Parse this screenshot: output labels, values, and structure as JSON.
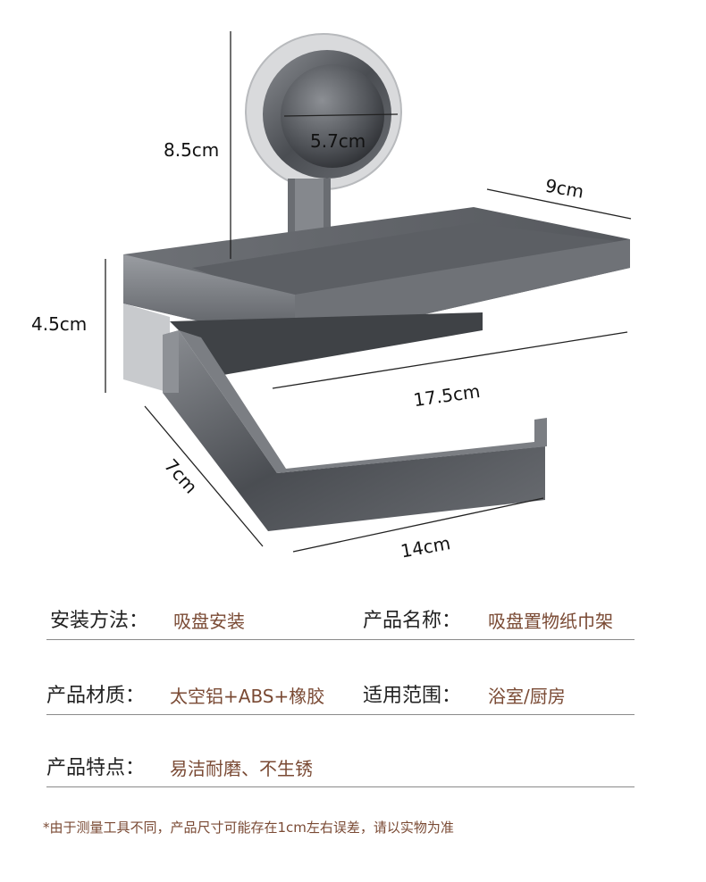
{
  "dimensions": {
    "height_total": "8.5cm",
    "suction_diameter": "5.7cm",
    "shelf_depth": "9cm",
    "bracket_height": "4.5cm",
    "shelf_length": "17.5cm",
    "arm_depth": "7cm",
    "arm_length": "14cm"
  },
  "specs": {
    "install": {
      "label": "安装方法：",
      "value": "吸盘安装"
    },
    "name": {
      "label": "产品名称：",
      "value": "吸盘置物纸巾架"
    },
    "material": {
      "label": "产品材质：",
      "value": "太空铝+ABS+橡胶"
    },
    "scope": {
      "label": "适用范围：",
      "value": "浴室/厨房"
    },
    "feature": {
      "label": "产品特点：",
      "value": "易洁耐磨、不生锈"
    }
  },
  "footnote": "*由于测量工具不同，产品尺寸可能存在1cm左右误差，请以实物为准",
  "colors": {
    "label": "#222222",
    "value": "#7a4a34",
    "divider": "#8a8a8a"
  }
}
